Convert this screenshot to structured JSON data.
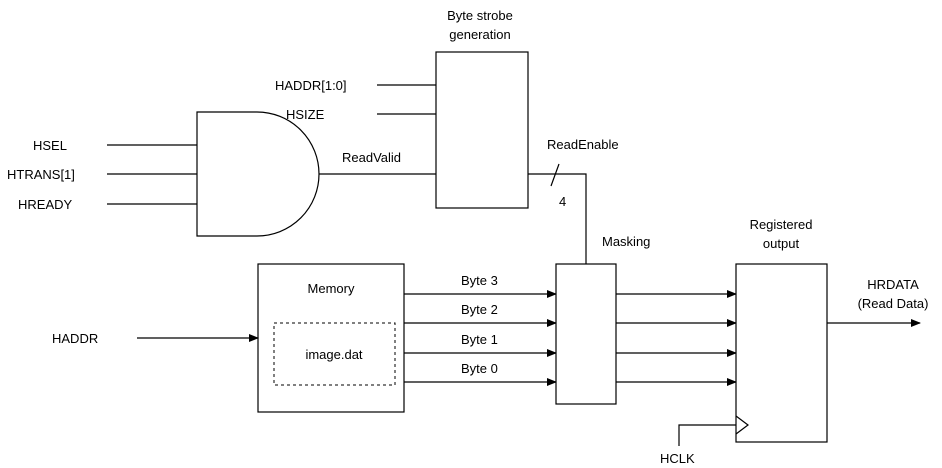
{
  "labels": {
    "byte_strobe_line1": "Byte strobe",
    "byte_strobe_line2": "generation",
    "haddr_10": "HADDR[1:0]",
    "hsize": "HSIZE",
    "hsel": "HSEL",
    "htrans": "HTRANS[1]",
    "hready": "HREADY",
    "readvalid": "ReadValid",
    "readenable": "ReadEnable",
    "bus_width": "4",
    "masking": "Masking",
    "registered_line1": "Registered",
    "registered_line2": "output",
    "memory": "Memory",
    "image_dat": "image.dat",
    "haddr": "HADDR",
    "byte3": "Byte 3",
    "byte2": "Byte 2",
    "byte1": "Byte 1",
    "byte0": "Byte 0",
    "hrdata_line1": "HRDATA",
    "hrdata_line2": "(Read Data)",
    "hclk": "HCLK"
  }
}
